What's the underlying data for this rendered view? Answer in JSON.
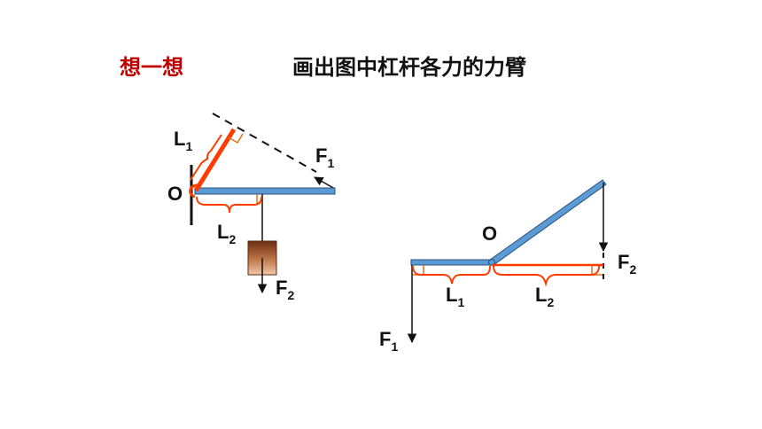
{
  "heading": {
    "think_label": "想一想",
    "title": "画出图中杠杆各力的力臂"
  },
  "colors": {
    "accent_red": "#c00000",
    "lever_blue": "#5b9bd5",
    "lever_outline": "#2f4f7a",
    "arm_orange": "#ff3b00",
    "right_angle": "#e07020",
    "weight_block": "#a0522d"
  },
  "left_figure": {
    "pivot": "O",
    "force1": {
      "letter": "F",
      "sub": "1"
    },
    "force2": {
      "letter": "F",
      "sub": "2"
    },
    "arm1": {
      "letter": "L",
      "sub": "1"
    },
    "arm2": {
      "letter": "L",
      "sub": "2"
    }
  },
  "right_figure": {
    "pivot": "O",
    "force1": {
      "letter": "F",
      "sub": "1"
    },
    "force2": {
      "letter": "F",
      "sub": "2"
    },
    "arm1": {
      "letter": "L",
      "sub": "1"
    },
    "arm2": {
      "letter": "L",
      "sub": "2"
    }
  }
}
